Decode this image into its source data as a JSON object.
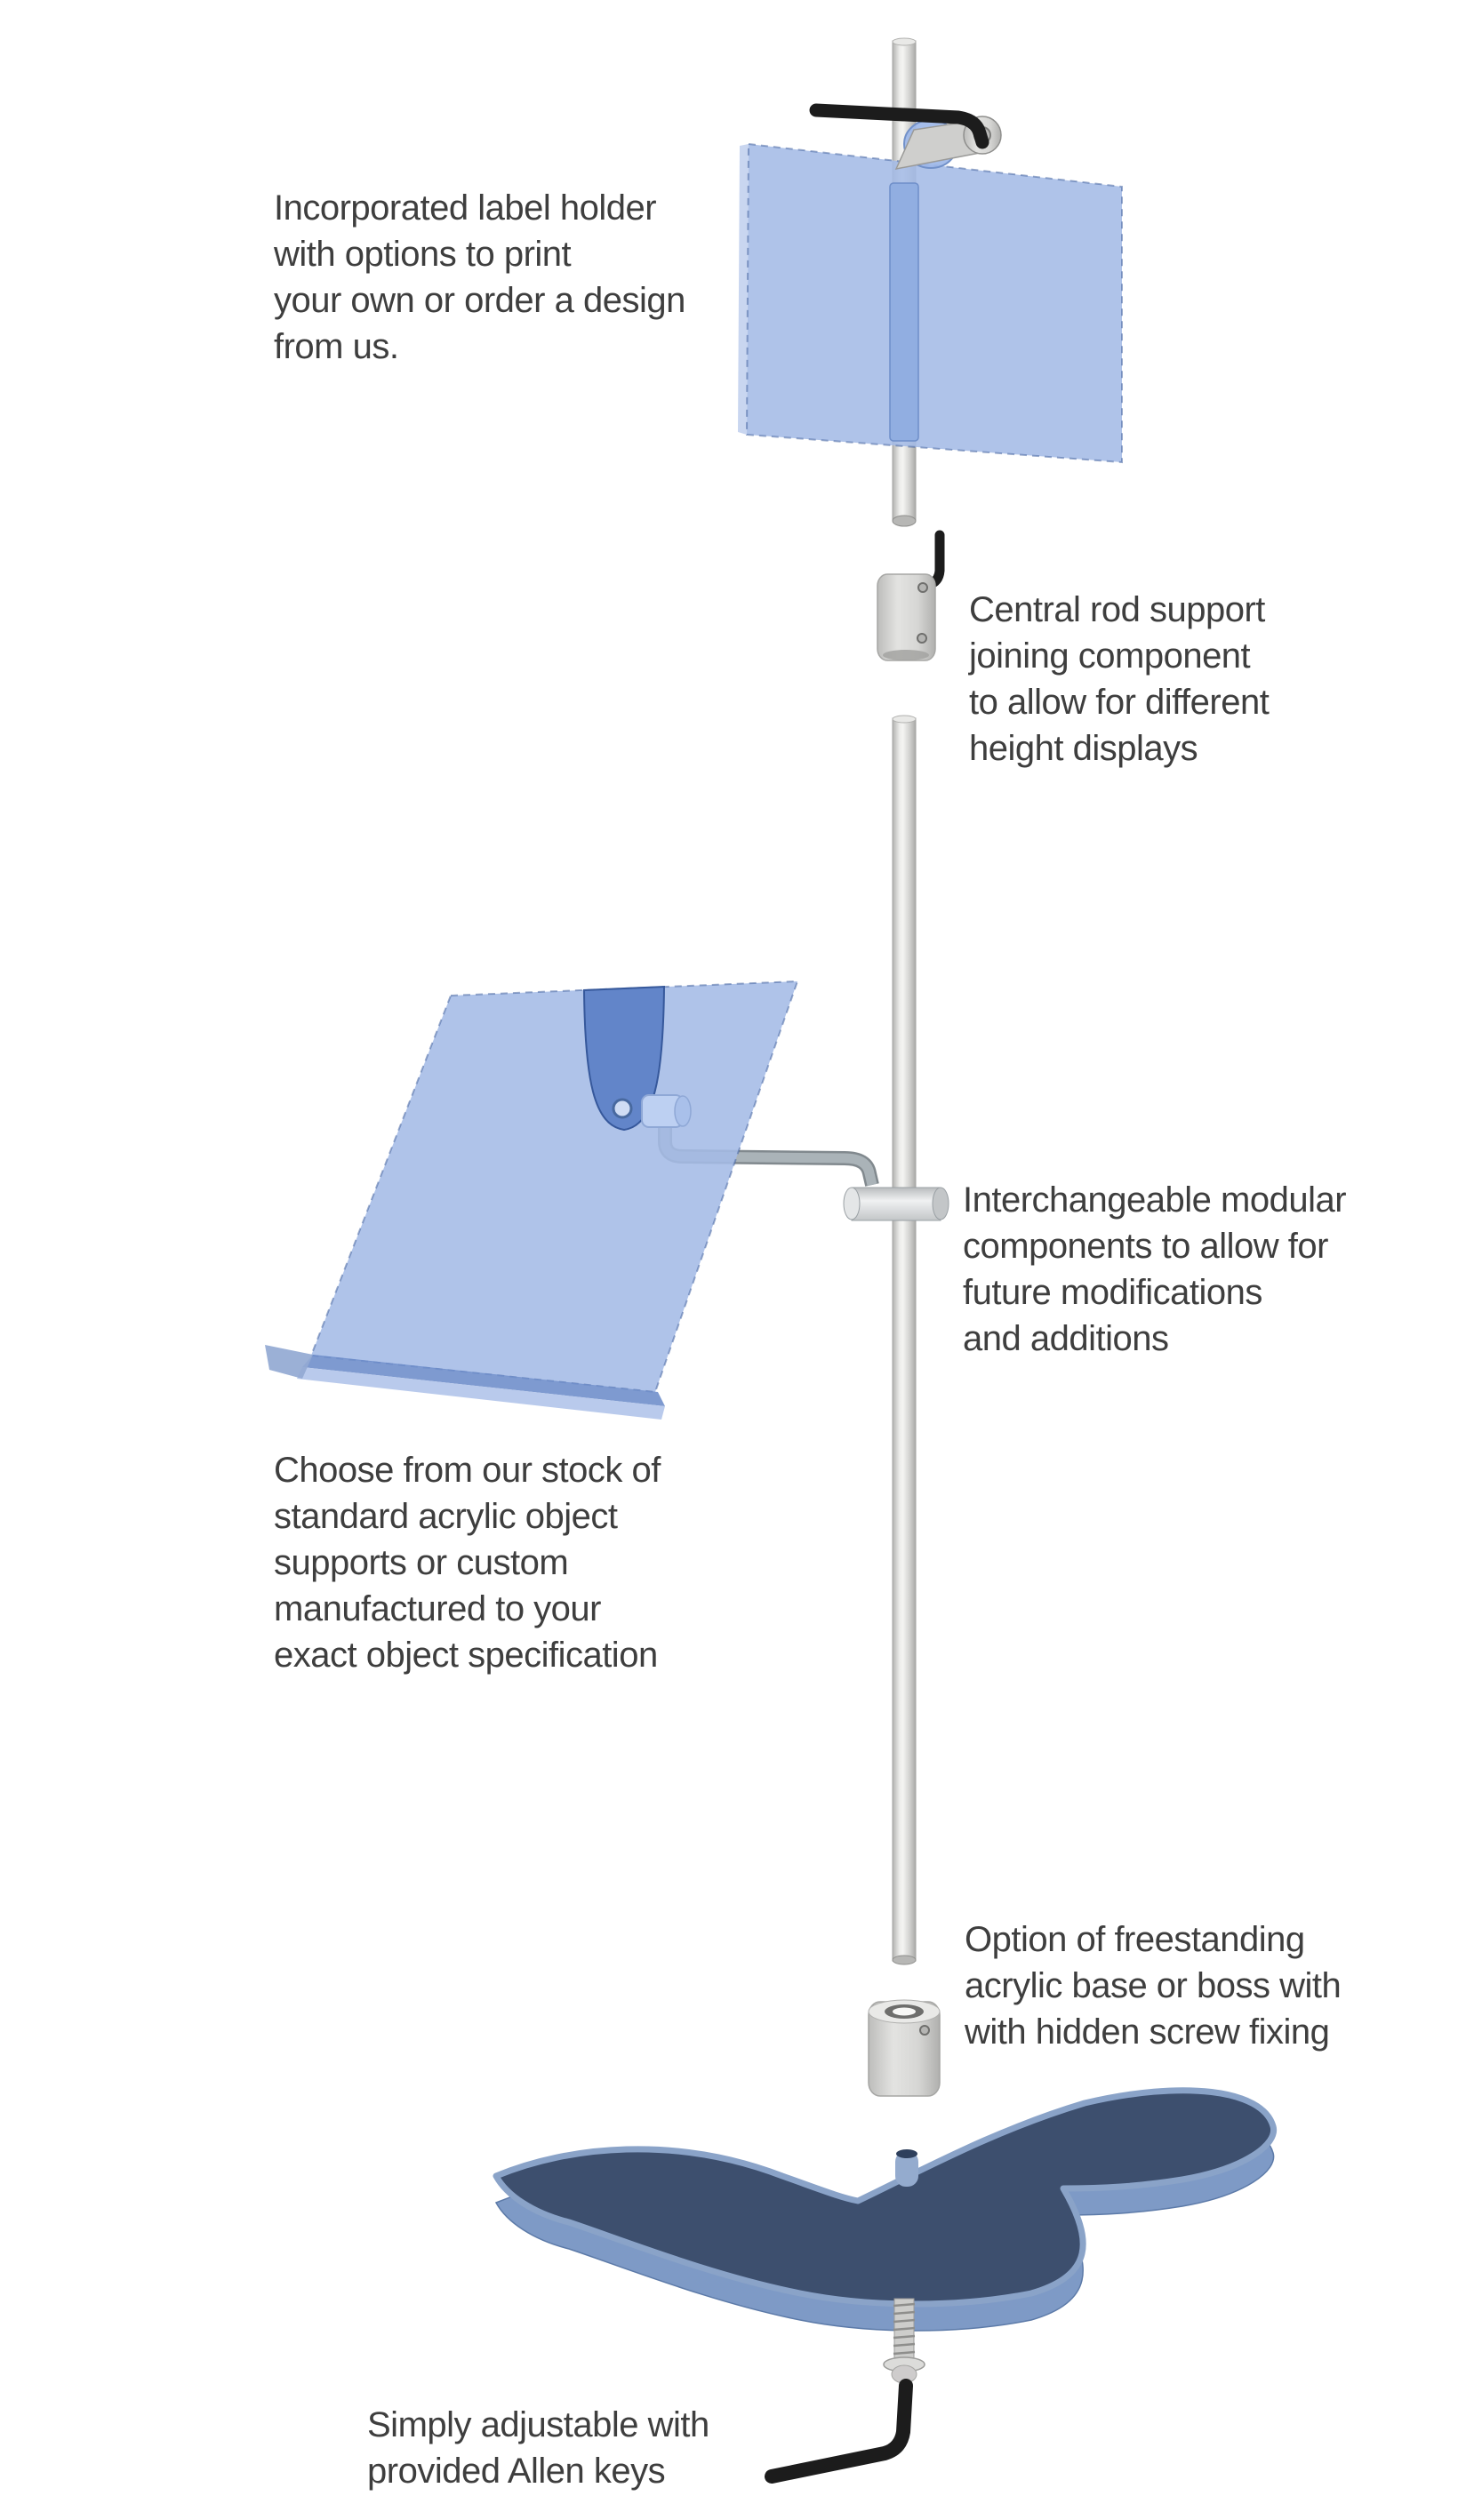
{
  "annotations": {
    "label_holder": "Incorporated label holder\nwith options to print\nyour own or order a design\nfrom us.",
    "rod_support": "Central rod support\njoining component\nto allow for different\nheight displays",
    "modular": "Interchangeable modular\ncomponents to allow for\nfuture modifications\nand additions",
    "object_supports": "Choose from our stock of\nstandard acrylic object\nsupports or custom\nmanufactured to your\nexact object specification",
    "base_option": "Option of freestanding\nacrylic base or boss with\nwith hidden screw fixing",
    "adjustable": "Simply adjustable with\nprovided Allen keys"
  },
  "colors": {
    "acrylic_panel": "#a4bbe6",
    "acrylic_sleeve": "#8fade0",
    "acrylic_dark": "#5b80c6",
    "acrylic_light": "#bdd0f2",
    "base_top": "#3d4f6e",
    "base_side": "#7e9ac6",
    "metal_light": "#e9e9e7",
    "metal_mid": "#cfcfcd",
    "metal_dark": "#9a9a98",
    "allen_key": "#1c1c1c",
    "text": "#3e3e3e",
    "background": "#ffffff"
  }
}
